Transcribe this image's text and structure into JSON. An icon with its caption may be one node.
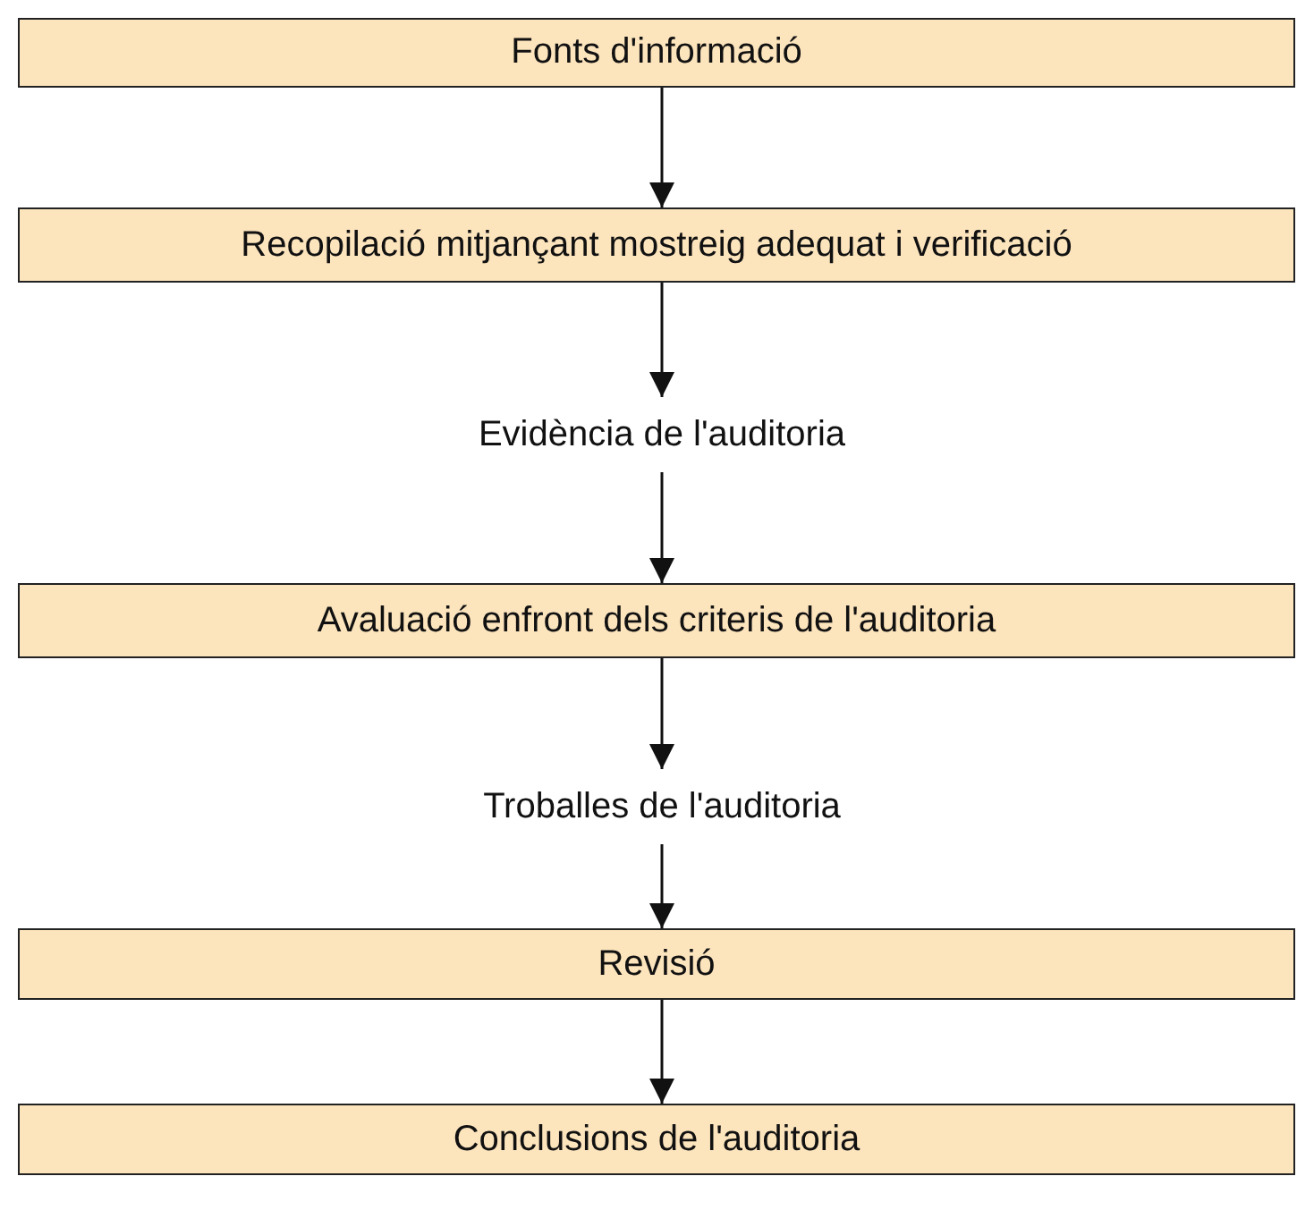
{
  "diagram": {
    "nodes": [
      {
        "text": [
          "Fonts d'informació"
        ]
      },
      {
        "text": [
          "Recopilació mitjançant mostreig adequat i verificació"
        ]
      },
      {
        "text": [
          "Evidència de l'auditoria"
        ]
      },
      {
        "text": [
          "Avaluació enfront dels criteris de l'auditoria"
        ]
      },
      {
        "text": [
          "Troballes de l'auditoria"
        ]
      },
      {
        "text": [
          "Revisió"
        ]
      },
      {
        "text": [
          "Conclusions de l'auditoria"
        ]
      }
    ],
    "edges": [
      {
        "from": 0,
        "to": 1,
        "arrow": "to"
      },
      {
        "from": 1,
        "to": 2,
        "arrow": "to"
      },
      {
        "from": 2,
        "to": 3,
        "arrow": "to"
      },
      {
        "from": 3,
        "to": 4,
        "arrow": "to"
      },
      {
        "from": 4,
        "to": 5,
        "arrow": "to"
      },
      {
        "from": 5,
        "to": 6,
        "arrow": "to"
      }
    ]
  }
}
